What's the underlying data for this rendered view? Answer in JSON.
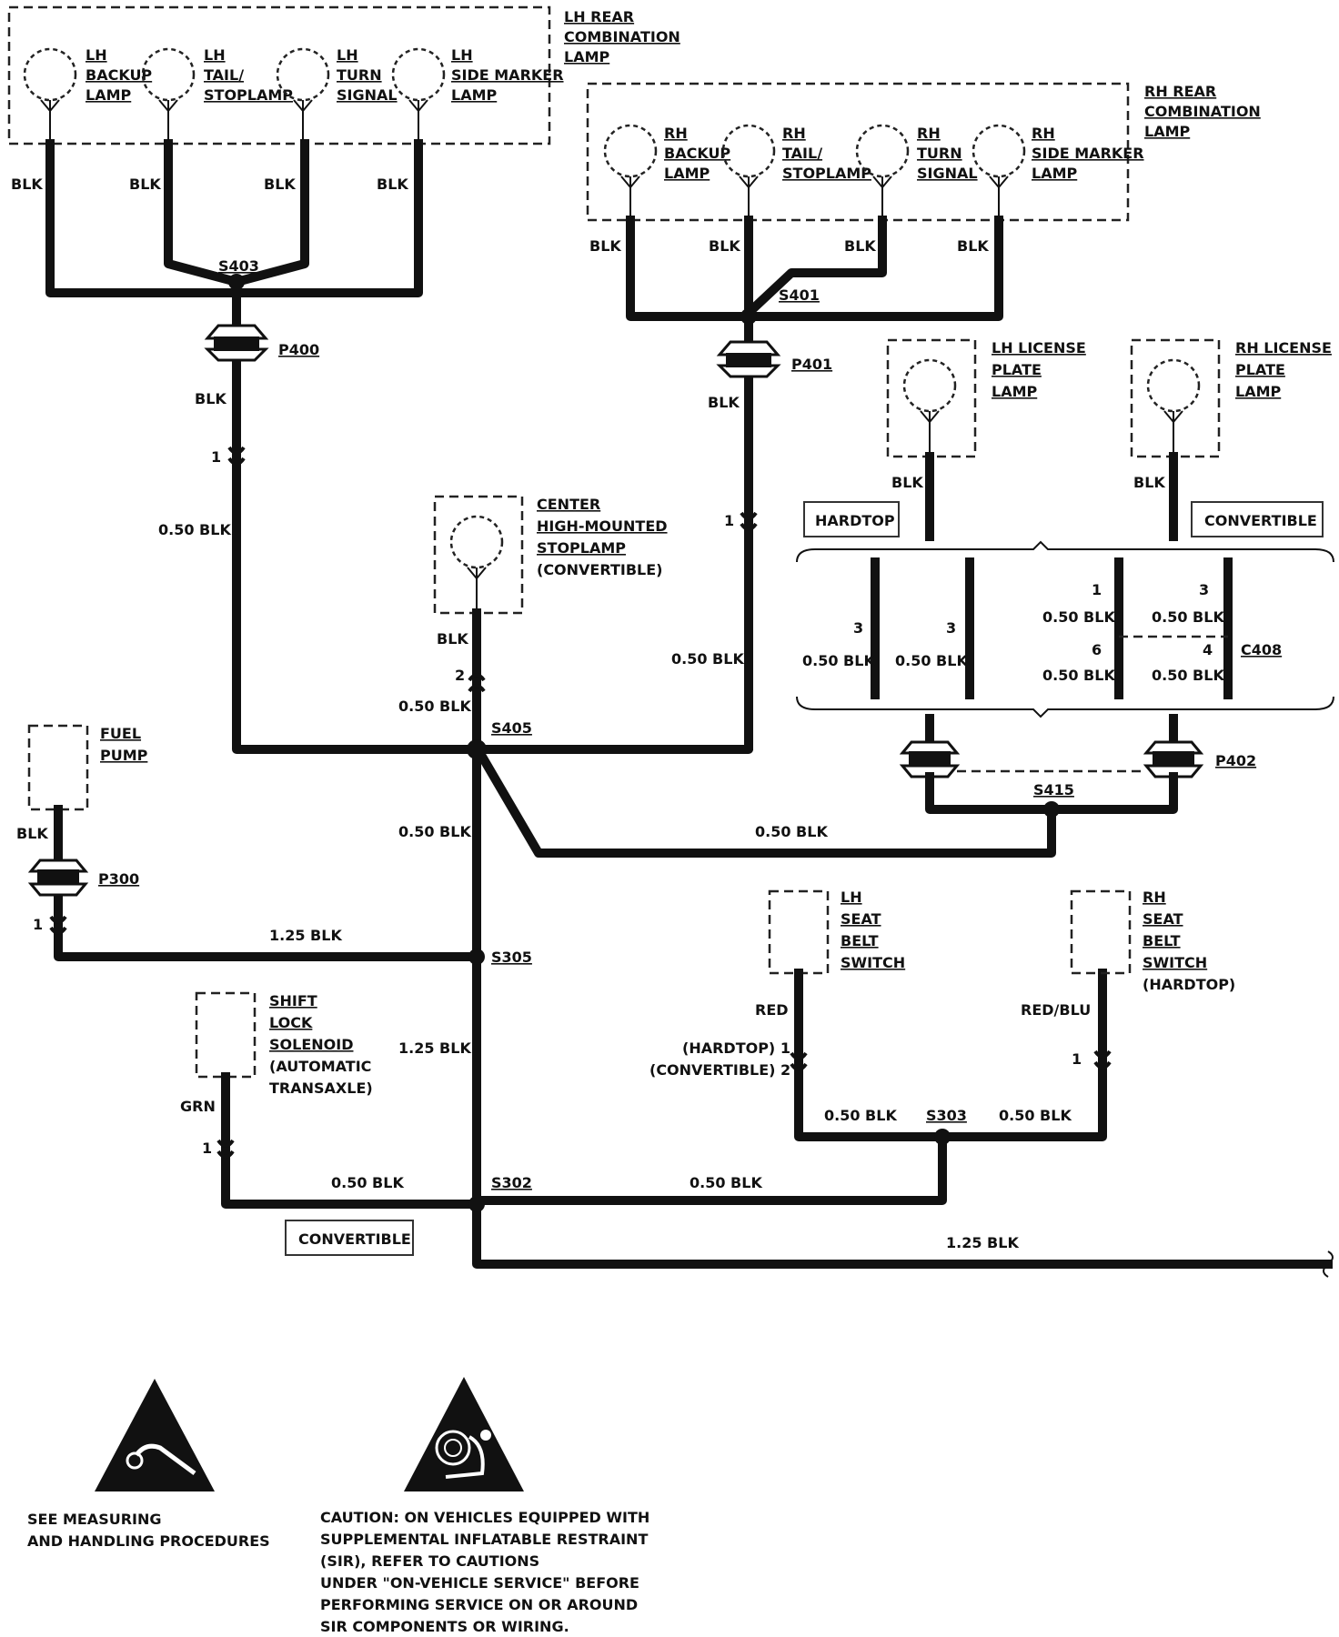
{
  "components": {
    "lh_rear": [
      "LH REAR",
      "COMBINATION",
      "LAMP"
    ],
    "rh_rear": [
      "RH REAR",
      "COMBINATION",
      "LAMP"
    ],
    "lh_backup": [
      "LH",
      "BACKUP",
      "LAMP"
    ],
    "lh_tail": [
      "LH",
      "TAIL/",
      "STOPLAMP"
    ],
    "lh_turn": [
      "LH",
      "TURN",
      "SIGNAL"
    ],
    "lh_side": [
      "LH",
      "SIDE MARKER",
      "LAMP"
    ],
    "rh_backup": [
      "RH",
      "BACKUP",
      "LAMP"
    ],
    "rh_tail": [
      "RH",
      "TAIL/",
      "STOPLAMP"
    ],
    "rh_turn": [
      "RH",
      "TURN",
      "SIGNAL"
    ],
    "rh_side": [
      "RH",
      "SIDE MARKER",
      "LAMP"
    ],
    "lh_license": [
      "LH LICENSE",
      "PLATE",
      "LAMP"
    ],
    "rh_license": [
      "RH LICENSE",
      "PLATE",
      "LAMP"
    ],
    "chmsl": [
      "CENTER",
      "HIGH-MOUNTED",
      "STOPLAMP",
      "(CONVERTIBLE)"
    ],
    "fuel_pump": [
      "FUEL",
      "PUMP"
    ],
    "shift_lock": [
      "SHIFT",
      "LOCK",
      "SOLENOID",
      "(AUTOMATIC",
      "TRANSAXLE)"
    ],
    "lh_seat": [
      "LH",
      "SEAT",
      "BELT",
      "SWITCH"
    ],
    "rh_seat": [
      "RH",
      "SEAT",
      "BELT",
      "SWITCH",
      "(HARDTOP)"
    ]
  },
  "refs": {
    "s403": "S403",
    "s401": "S401",
    "p400": "P400",
    "p401": "P401",
    "s405": "S405",
    "s415": "S415",
    "p402": "P402",
    "c408": "C408",
    "p300": "P300",
    "s305": "S305",
    "s303": "S303",
    "s302": "S302"
  },
  "wires": {
    "blk": "BLK",
    "b050": "0.50 BLK",
    "b125": "1.25 BLK",
    "grn": "GRN",
    "red": "RED",
    "redblu": "RED/BLU"
  },
  "pins": {
    "one": "1",
    "two": "2",
    "three": "3",
    "four": "4",
    "six": "6",
    "hardtop_1": "(HARDTOP) 1",
    "convertible_2": "(CONVERTIBLE) 2"
  },
  "tags": {
    "hardtop": "HARDTOP",
    "convertible": "CONVERTIBLE"
  },
  "notes": {
    "esd": [
      "SEE MEASURING",
      "AND HANDLING PROCEDURES"
    ],
    "sir": [
      "CAUTION:  ON VEHICLES EQUIPPED WITH",
      "SUPPLEMENTAL INFLATABLE RESTRAINT",
      "(SIR), REFER TO CAUTIONS",
      "UNDER \"ON-VEHICLE SERVICE\" BEFORE",
      "PERFORMING SERVICE ON OR AROUND",
      "SIR COMPONENTS OR WIRING."
    ]
  }
}
